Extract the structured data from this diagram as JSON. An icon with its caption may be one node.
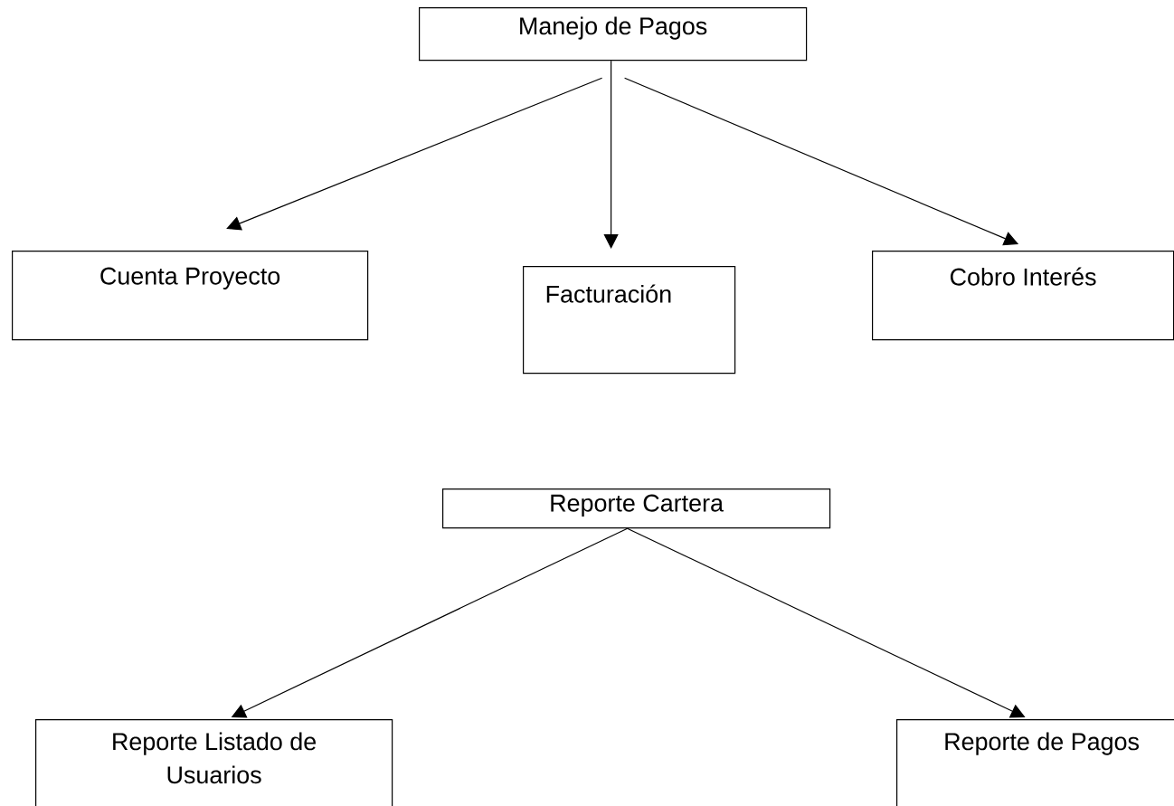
{
  "diagram": {
    "nodes": [
      {
        "text": [
          "Manejo de Pagos"
        ]
      },
      {
        "text": [
          "Cuenta Proyecto"
        ]
      },
      {
        "text": [
          "Facturación"
        ]
      },
      {
        "text": [
          "Cobro Interés"
        ]
      },
      {
        "text": [
          "Reporte Cartera"
        ]
      },
      {
        "text": [
          "Reporte Listado de Usuarios"
        ]
      },
      {
        "text": [
          "Reporte de Pagos"
        ]
      }
    ],
    "edges": [
      {
        "from": 0,
        "to": 1,
        "arrow": "to"
      },
      {
        "from": 0,
        "to": 2,
        "arrow": "to"
      },
      {
        "from": 0,
        "to": 3,
        "arrow": "to"
      },
      {
        "from": 4,
        "to": 5,
        "arrow": "to"
      },
      {
        "from": 4,
        "to": 6,
        "arrow": "to"
      }
    ]
  }
}
